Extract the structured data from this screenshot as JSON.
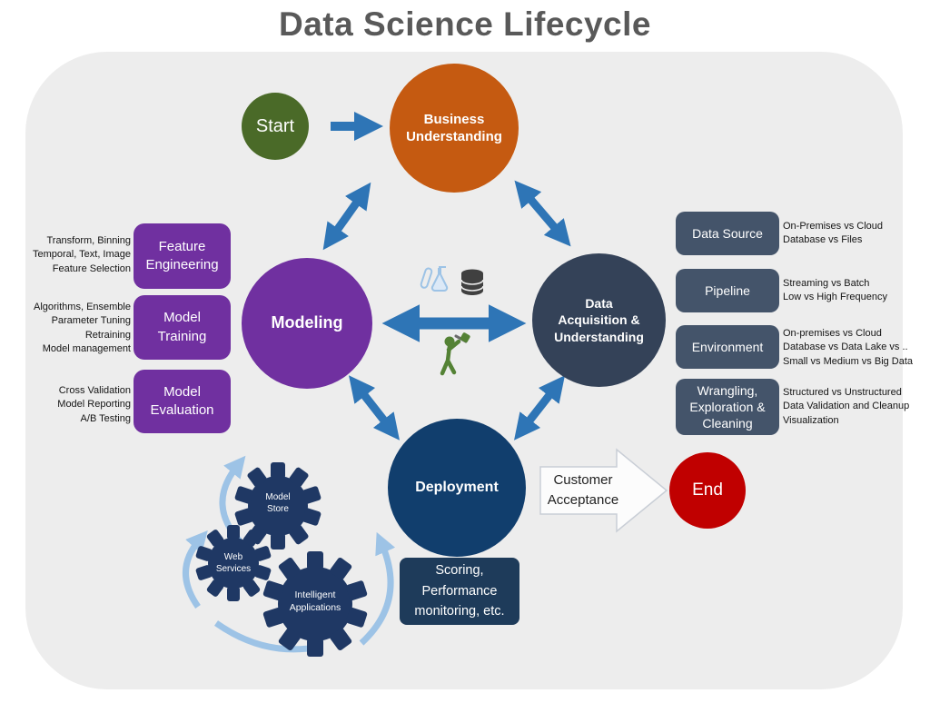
{
  "title": "Data Science Lifecycle",
  "colors": {
    "background_panel": "#ededed",
    "title_gray": "#595959",
    "arrow_blue": "#2e75b6",
    "start_green": "#4a6a28",
    "business_orange": "#c55a11",
    "modeling_purple": "#7030a0",
    "data_box_slate": "#44546a",
    "data_circle_slate": "#344258",
    "deployment_navy": "#113e6d",
    "scoring_navy": "#1e3b5a",
    "gear_navy": "#1f3864",
    "gear_arrow_light_blue": "#9dc3e6",
    "end_red": "#c00000"
  },
  "nodes": {
    "start": "Start",
    "business_understanding": "Business\nUnderstanding",
    "modeling": "Modeling",
    "data_acquisition": "Data\nAcquisition &\nUnderstanding",
    "deployment": "Deployment",
    "end": "End",
    "customer_acceptance": "Customer\nAcceptance",
    "scoring": "Scoring,\nPerformance\nmonitoring, etc."
  },
  "modeling_details": [
    {
      "box": "Feature\nEngineering",
      "note": "Transform, Binning\nTemporal, Text, Image\nFeature Selection"
    },
    {
      "box": "Model\nTraining",
      "note": "Algorithms, Ensemble\nParameter Tuning\nRetraining\nModel management"
    },
    {
      "box": "Model\nEvaluation",
      "note": "Cross Validation\nModel Reporting\nA/B Testing"
    }
  ],
  "data_details": [
    {
      "box": "Data Source",
      "note": "On-Premises vs Cloud\nDatabase vs Files"
    },
    {
      "box": "Pipeline",
      "note": "Streaming vs Batch\nLow vs High Frequency"
    },
    {
      "box": "Environment",
      "note": "On-premises vs Cloud\nDatabase vs Data Lake  vs ..\nSmall vs Medium vs Big Data"
    },
    {
      "box": "Wrangling,\nExploration &\nCleaning",
      "note": "Structured vs Unstructured\nData Validation and Cleanup\nVisualization"
    }
  ],
  "gears": [
    {
      "label": "Model\nStore"
    },
    {
      "label": "Web\nServices"
    },
    {
      "label": "Intelligent\nApplications"
    }
  ],
  "icons": [
    "flask-icon",
    "database-icon",
    "pickaxe-person-icon"
  ]
}
